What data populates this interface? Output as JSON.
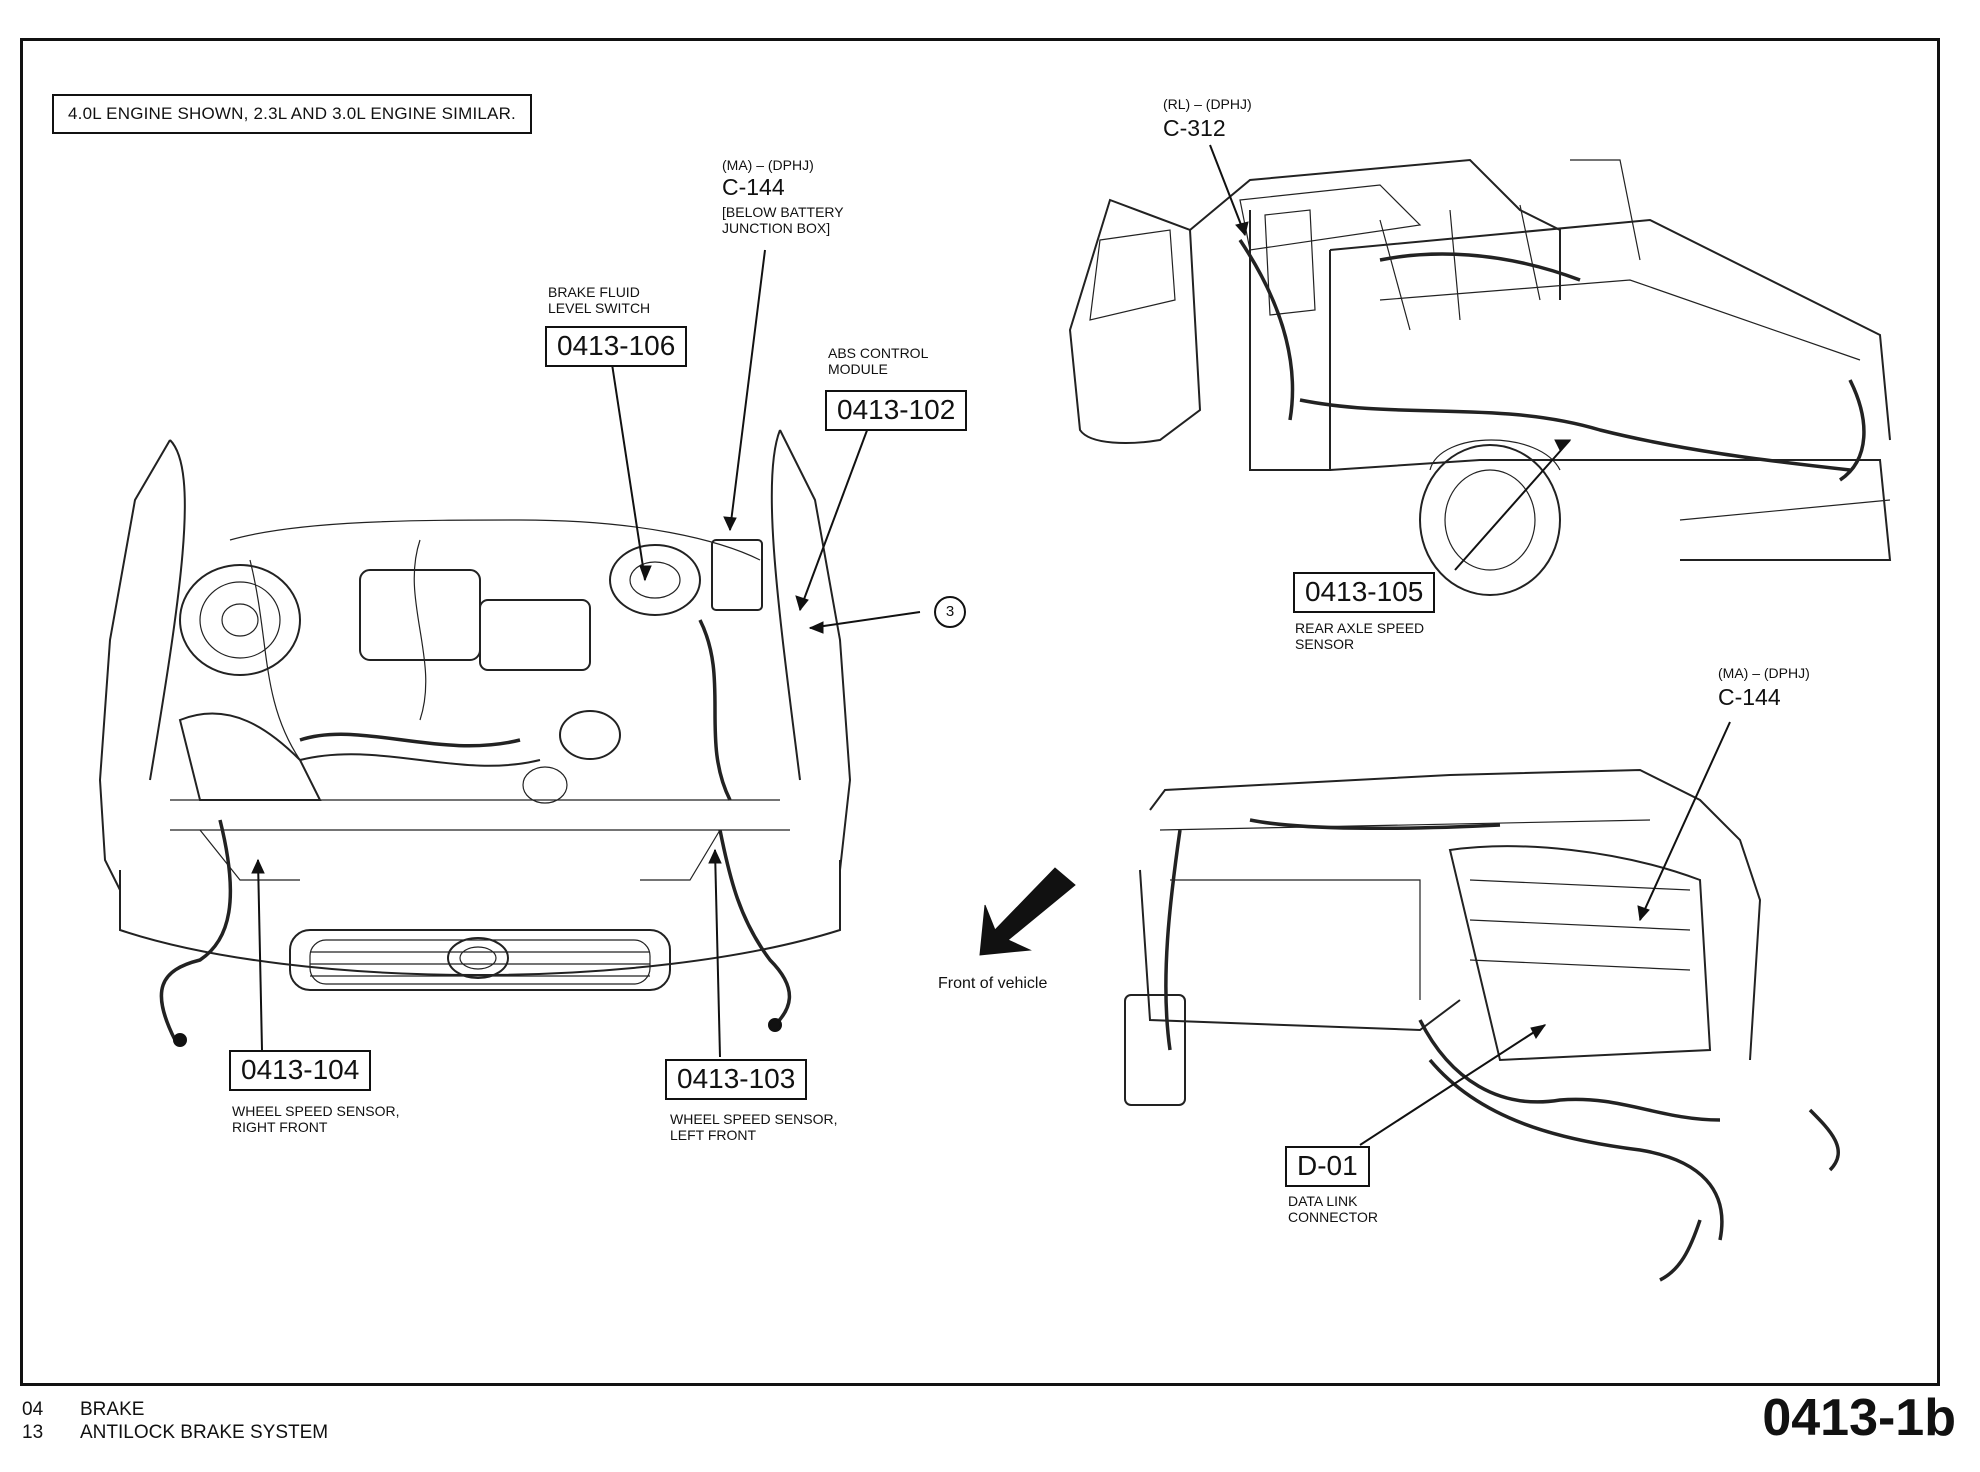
{
  "note": "4.0L ENGINE SHOWN, 2.3L AND 3.0L ENGINE SIMILAR.",
  "connectors": {
    "c144_top": {
      "code": "(MA) – (DPHJ)",
      "id": "C-144",
      "desc": "[BELOW BATTERY\nJUNCTION BOX]"
    },
    "c312": {
      "code": "(RL) – (DPHJ)",
      "id": "C-312"
    },
    "c144_dash": {
      "code": "(MA) – (DPHJ)",
      "id": "C-144"
    }
  },
  "components": [
    {
      "ref": "0413-106",
      "label": "BRAKE FLUID\nLEVEL SWITCH"
    },
    {
      "ref": "0413-102",
      "label": "ABS CONTROL\nMODULE"
    },
    {
      "ref": "0413-105",
      "label": "REAR AXLE SPEED\nSENSOR"
    },
    {
      "ref": "0413-104",
      "label": "WHEEL SPEED SENSOR,\nRIGHT FRONT"
    },
    {
      "ref": "0413-103",
      "label": "WHEEL SPEED SENSOR,\nLEFT FRONT"
    },
    {
      "ref": "D-01",
      "label": "DATA LINK\nCONNECTOR"
    }
  ],
  "callout_number": "3",
  "front_of_vehicle": "Front of vehicle",
  "footer": {
    "group_code": "04",
    "group_name": "BRAKE",
    "section_code": "13",
    "section_name": "ANTILOCK BRAKE SYSTEM",
    "page_number": "0413-1b"
  }
}
